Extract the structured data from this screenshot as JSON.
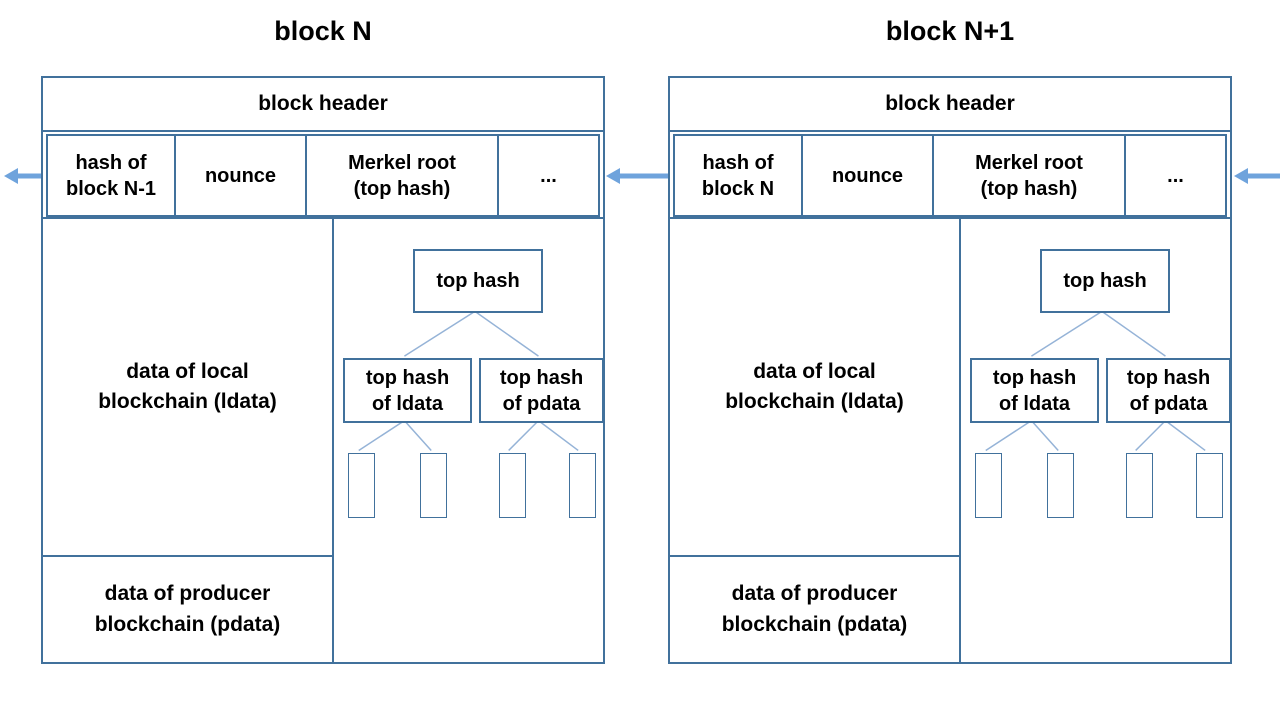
{
  "diagram": {
    "colors": {
      "border": "#41719C",
      "connector": "#95B3D7",
      "arrow": "#6FA3DC",
      "text": "#000000",
      "background": "#FFFFFF"
    }
  },
  "blocks": [
    {
      "title": "block N",
      "header": "block header",
      "cells": [
        {
          "lines": [
            "hash of",
            "block N-1"
          ]
        },
        {
          "lines": [
            "nounce"
          ]
        },
        {
          "lines": [
            "Merkel root",
            "(top hash)"
          ]
        },
        {
          "lines": [
            "..."
          ]
        }
      ],
      "ldata_label": {
        "lines": [
          "data of local",
          "blockchain (ldata)"
        ]
      },
      "pdata_label": {
        "lines": [
          "data of producer",
          "blockchain (pdata)"
        ]
      },
      "merkle": {
        "top": "top hash",
        "left": {
          "lines": [
            "top hash",
            "of ldata"
          ]
        },
        "right": {
          "lines": [
            "top hash",
            "of pdata"
          ]
        }
      }
    },
    {
      "title": "block N+1",
      "header": "block header",
      "cells": [
        {
          "lines": [
            "hash of",
            "block N"
          ]
        },
        {
          "lines": [
            "nounce"
          ]
        },
        {
          "lines": [
            "Merkel root",
            "(top hash)"
          ]
        },
        {
          "lines": [
            "..."
          ]
        }
      ],
      "ldata_label": {
        "lines": [
          "data of local",
          "blockchain (ldata)"
        ]
      },
      "pdata_label": {
        "lines": [
          "data of producer",
          "blockchain (pdata)"
        ]
      },
      "merkle": {
        "top": "top hash",
        "left": {
          "lines": [
            "top hash",
            "of ldata"
          ]
        },
        "right": {
          "lines": [
            "top hash",
            "of pdata"
          ]
        }
      }
    }
  ]
}
